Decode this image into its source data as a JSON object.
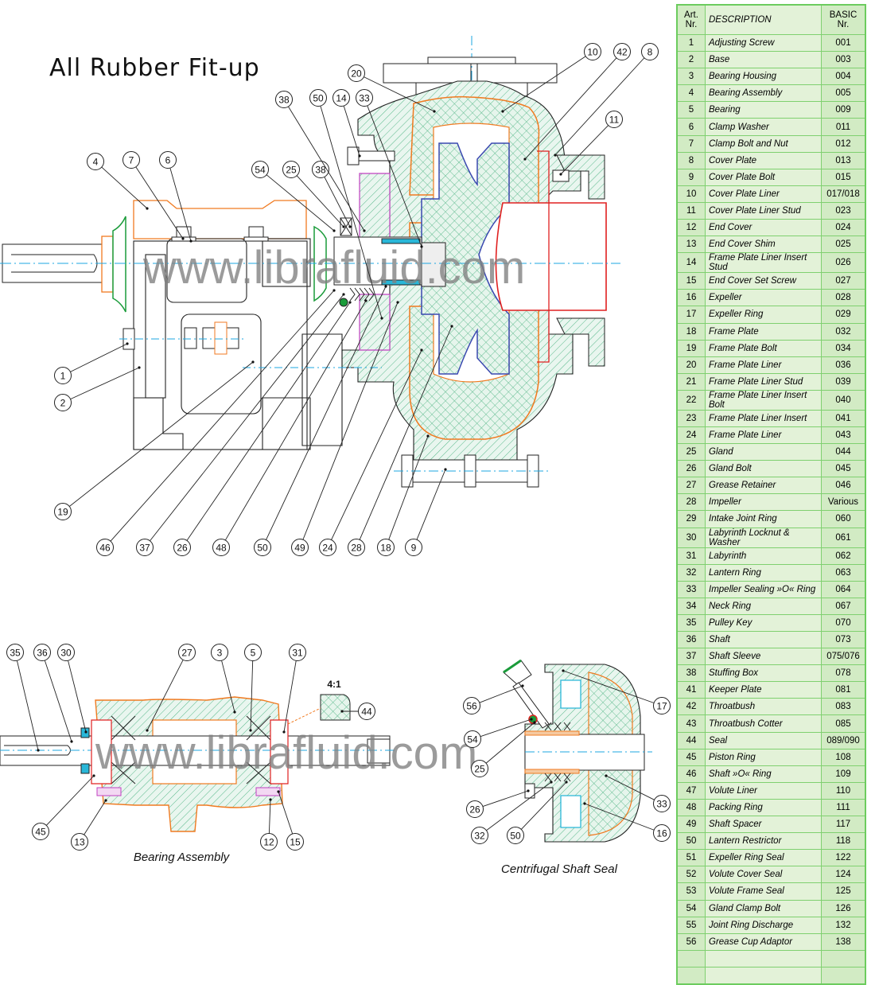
{
  "title": "All Rubber Fit-up",
  "watermark": "www.librafluid.com",
  "colors": {
    "table_bg": "#e3f2d8",
    "table_col_bg": "#d2ebc4",
    "table_border": "#6ccc5e",
    "centerline": "#1ea7e1",
    "rubber_liner": "#f07a20",
    "metal_hatch": "#58b88a",
    "impeller": "#3a48b0",
    "throatbush": "#e02020",
    "stuffing_box": "#c040c0"
  },
  "main_view": {
    "callouts": [
      "4",
      "7",
      "6",
      "54",
      "25",
      "38",
      "38",
      "50",
      "14",
      "33",
      "20",
      "10",
      "42",
      "8",
      "11",
      "1",
      "2",
      "19",
      "46",
      "37",
      "26",
      "48",
      "50",
      "49",
      "24",
      "28",
      "18",
      "9"
    ]
  },
  "bearing_assembly": {
    "caption": "Bearing Assembly",
    "detail_scale": "4:1",
    "callouts": [
      "35",
      "36",
      "30",
      "27",
      "3",
      "5",
      "31",
      "44",
      "45",
      "13",
      "12",
      "15"
    ]
  },
  "shaft_seal": {
    "caption": "Centrifugal Shaft Seal",
    "callouts": [
      "56",
      "54",
      "25",
      "26",
      "32",
      "50",
      "17",
      "33",
      "16"
    ]
  },
  "parts_table": {
    "headers": {
      "art_nr": "Art.\nNr.",
      "description": "DESCRIPTION",
      "basic_nr": "BASIC\nNr."
    },
    "rows": [
      {
        "nr": "1",
        "desc": "Adjusting Screw",
        "basic": "001"
      },
      {
        "nr": "2",
        "desc": "Base",
        "basic": "003"
      },
      {
        "nr": "3",
        "desc": "Bearing Housing",
        "basic": "004"
      },
      {
        "nr": "4",
        "desc": "Bearing Assembly",
        "basic": "005"
      },
      {
        "nr": "5",
        "desc": "Bearing",
        "basic": "009"
      },
      {
        "nr": "6",
        "desc": "Clamp Washer",
        "basic": "011"
      },
      {
        "nr": "7",
        "desc": "Clamp Bolt and Nut",
        "basic": "012"
      },
      {
        "nr": "8",
        "desc": "Cover Plate",
        "basic": "013"
      },
      {
        "nr": "9",
        "desc": "Cover Plate Bolt",
        "basic": "015"
      },
      {
        "nr": "10",
        "desc": "Cover Plate Liner",
        "basic": "017/018"
      },
      {
        "nr": "11",
        "desc": "Cover Plate Liner Stud",
        "basic": "023"
      },
      {
        "nr": "12",
        "desc": "End Cover",
        "basic": "024"
      },
      {
        "nr": "13",
        "desc": "End Cover Shim",
        "basic": "025"
      },
      {
        "nr": "14",
        "desc": "Frame Plate Liner Insert Stud",
        "basic": "026"
      },
      {
        "nr": "15",
        "desc": "End Cover Set Screw",
        "basic": "027"
      },
      {
        "nr": "16",
        "desc": "Expeller",
        "basic": "028"
      },
      {
        "nr": "17",
        "desc": "Expeller Ring",
        "basic": "029"
      },
      {
        "nr": "18",
        "desc": "Frame Plate",
        "basic": "032"
      },
      {
        "nr": "19",
        "desc": "Frame Plate Bolt",
        "basic": "034"
      },
      {
        "nr": "20",
        "desc": "Frame Plate Liner",
        "basic": "036"
      },
      {
        "nr": "21",
        "desc": "Frame Plate Liner Stud",
        "basic": "039"
      },
      {
        "nr": "22",
        "desc": "Frame Plate Liner Insert Bolt",
        "basic": "040"
      },
      {
        "nr": "23",
        "desc": "Frame Plate Liner Insert",
        "basic": "041"
      },
      {
        "nr": "24",
        "desc": "Frame Plate Liner",
        "basic": "043"
      },
      {
        "nr": "25",
        "desc": "Gland",
        "basic": "044"
      },
      {
        "nr": "26",
        "desc": "Gland Bolt",
        "basic": "045"
      },
      {
        "nr": "27",
        "desc": "Grease Retainer",
        "basic": "046"
      },
      {
        "nr": "28",
        "desc": "Impeller",
        "basic": "Various"
      },
      {
        "nr": "29",
        "desc": "Intake Joint Ring",
        "basic": "060"
      },
      {
        "nr": "30",
        "desc": "Labyrinth Locknut & Washer",
        "basic": "061"
      },
      {
        "nr": "31",
        "desc": "Labyrinth",
        "basic": "062"
      },
      {
        "nr": "32",
        "desc": "Lantern Ring",
        "basic": "063"
      },
      {
        "nr": "33",
        "desc": "Impeller Sealing »O« Ring",
        "basic": "064"
      },
      {
        "nr": "34",
        "desc": "Neck Ring",
        "basic": "067"
      },
      {
        "nr": "35",
        "desc": "Pulley Key",
        "basic": "070"
      },
      {
        "nr": "36",
        "desc": "Shaft",
        "basic": "073"
      },
      {
        "nr": "37",
        "desc": "Shaft Sleeve",
        "basic": "075/076"
      },
      {
        "nr": "38",
        "desc": "Stuffing Box",
        "basic": "078"
      },
      {
        "nr": "41",
        "desc": "Keeper Plate",
        "basic": "081"
      },
      {
        "nr": "42",
        "desc": "Throatbush",
        "basic": "083"
      },
      {
        "nr": "43",
        "desc": "Throatbush Cotter",
        "basic": "085"
      },
      {
        "nr": "44",
        "desc": "Seal",
        "basic": "089/090"
      },
      {
        "nr": "45",
        "desc": "Piston Ring",
        "basic": "108"
      },
      {
        "nr": "46",
        "desc": "Shaft »O« Ring",
        "basic": "109"
      },
      {
        "nr": "47",
        "desc": "Volute Liner",
        "basic": "110"
      },
      {
        "nr": "48",
        "desc": "Packing Ring",
        "basic": "111"
      },
      {
        "nr": "49",
        "desc": "Shaft Spacer",
        "basic": "117"
      },
      {
        "nr": "50",
        "desc": "Lantern Restrictor",
        "basic": "118"
      },
      {
        "nr": "51",
        "desc": "Expeller Ring Seal",
        "basic": "122"
      },
      {
        "nr": "52",
        "desc": "Volute Cover Seal",
        "basic": "124"
      },
      {
        "nr": "53",
        "desc": "Volute Frame Seal",
        "basic": "125"
      },
      {
        "nr": "54",
        "desc": "Gland Clamp Bolt",
        "basic": "126"
      },
      {
        "nr": "55",
        "desc": "Joint Ring Discharge",
        "basic": "132"
      },
      {
        "nr": "56",
        "desc": "Grease Cup Adaptor",
        "basic": "138"
      },
      {
        "nr": "",
        "desc": "",
        "basic": ""
      },
      {
        "nr": "",
        "desc": "",
        "basic": ""
      }
    ]
  }
}
